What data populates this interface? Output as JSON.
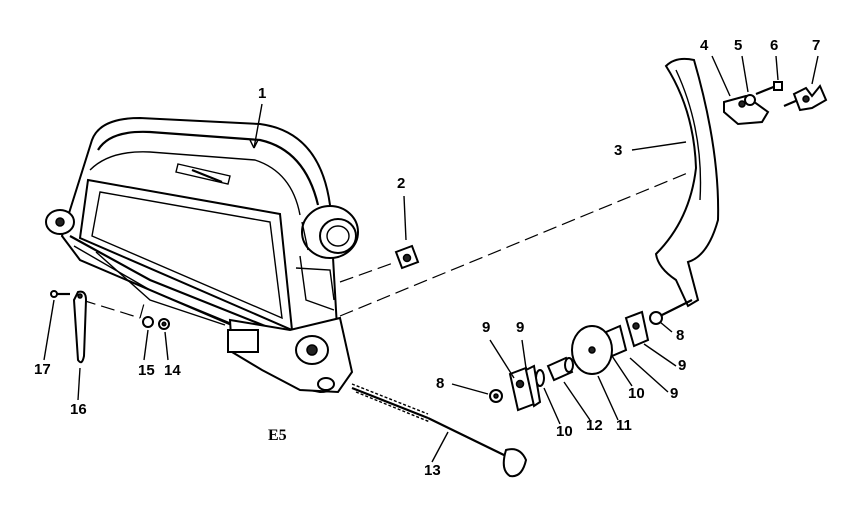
{
  "figure_tag": "E5",
  "callouts": [
    "1",
    "2",
    "3",
    "4",
    "5",
    "6",
    "7",
    "8",
    "8",
    "9",
    "9",
    "9",
    "9",
    "10",
    "10",
    "11",
    "12",
    "13",
    "14",
    "15",
    "16",
    "17"
  ]
}
